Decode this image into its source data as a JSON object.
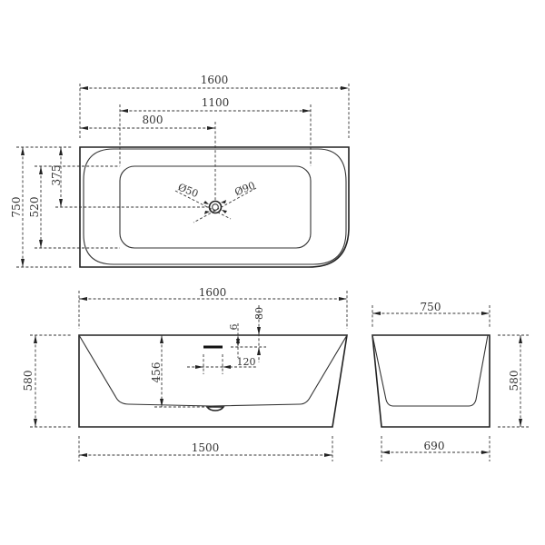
{
  "drawing": {
    "type": "technical-drawing",
    "subject": "freestanding corner bathtub",
    "units": "mm",
    "line_color": "#222222",
    "background": "#ffffff"
  },
  "top_view": {
    "overall_length": "1600",
    "basin_length": "1100",
    "drain_offset_length": "800",
    "overall_width": "750",
    "basin_width": "520",
    "drain_offset_width": "375",
    "drain_diameter_inner": "Ø50",
    "drain_diameter_outer": "Ø90"
  },
  "front_view": {
    "top_length": "1600",
    "bottom_length": "1500",
    "height": "580",
    "inner_depth": "456",
    "overflow_height_offset": "80",
    "overflow_slot_height": "6",
    "overflow_slot_width": "120"
  },
  "side_view": {
    "top_width": "750",
    "bottom_width": "690",
    "height": "580"
  }
}
